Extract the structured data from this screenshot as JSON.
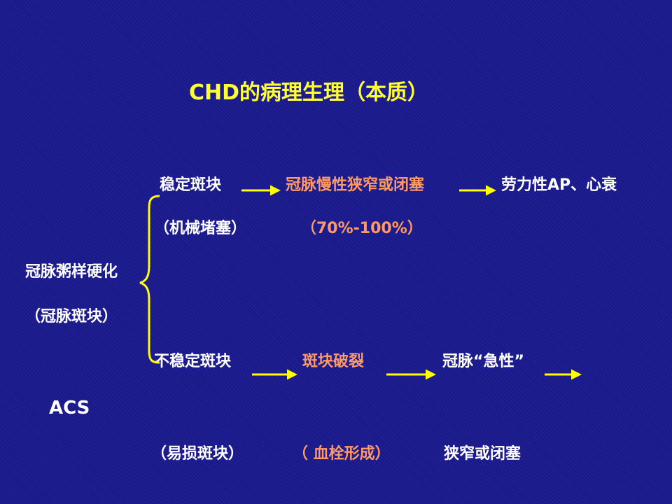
{
  "title": "CHD的病理生理（本质）",
  "root": {
    "label": "冠脉粥样硬化",
    "sub": "（冠脉斑块）"
  },
  "stable": {
    "label": "稳定斑块",
    "sub": "（机械堵塞）",
    "step1": "冠脉慢性狭窄或闭塞",
    "step1_sub": "（70%-100%）",
    "step2": "劳力性AP、心衰"
  },
  "unstable": {
    "label": "不稳定斑块",
    "sub": "（易损斑块）",
    "step1": "斑块破裂",
    "step1_sub": "（ 血栓形成）",
    "step2": "冠脉“急性”",
    "step2_sub": "狭窄或闭塞",
    "result": "ACS"
  },
  "colors": {
    "background": "#1a1a8e",
    "title": "#ffff33",
    "text": "#ffffff",
    "highlight": "#ff9966",
    "arrow": "#ffff00",
    "brace": "#ffff00"
  }
}
